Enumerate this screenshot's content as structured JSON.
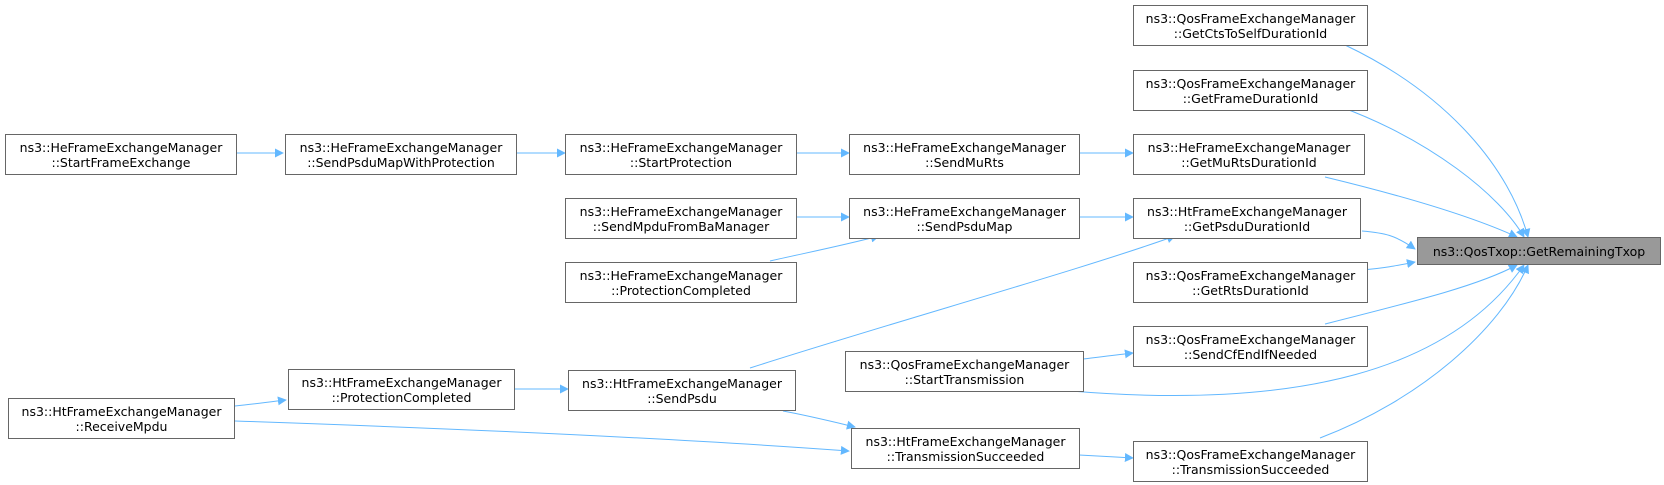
{
  "edge_color": "#63b8ff",
  "root_fill": "#999999",
  "node_border": "#666666",
  "nodes": {
    "root": {
      "l1": "ns3::QosTxop::GetRemainingTxop",
      "l2": ""
    },
    "qos_cts": {
      "l1": "ns3::QosFrameExchangeManager",
      "l2": "::GetCtsToSelfDurationId"
    },
    "qos_frame": {
      "l1": "ns3::QosFrameExchangeManager",
      "l2": "::GetFrameDurationId"
    },
    "he_murts_dur": {
      "l1": "ns3::HeFrameExchangeManager",
      "l2": "::GetMuRtsDurationId"
    },
    "ht_psdu_dur": {
      "l1": "ns3::HtFrameExchangeManager",
      "l2": "::GetPsduDurationId"
    },
    "qos_rts": {
      "l1": "ns3::QosFrameExchangeManager",
      "l2": "::GetRtsDurationId"
    },
    "qos_cfend": {
      "l1": "ns3::QosFrameExchangeManager",
      "l2": "::SendCfEndIfNeeded"
    },
    "qos_ts": {
      "l1": "ns3::QosFrameExchangeManager",
      "l2": "::TransmissionSucceeded"
    },
    "he_sendmurts": {
      "l1": "ns3::HeFrameExchangeManager",
      "l2": "::SendMuRts"
    },
    "he_sendpsdumap": {
      "l1": "ns3::HeFrameExchangeManager",
      "l2": "::SendPsduMap"
    },
    "qos_starttx": {
      "l1": "ns3::QosFrameExchangeManager",
      "l2": "::StartTransmission"
    },
    "ht_ts": {
      "l1": "ns3::HtFrameExchangeManager",
      "l2": "::TransmissionSucceeded"
    },
    "he_startprot": {
      "l1": "ns3::HeFrameExchangeManager",
      "l2": "::StartProtection"
    },
    "he_sendmpdu": {
      "l1": "ns3::HeFrameExchangeManager",
      "l2": "::SendMpduFromBaManager"
    },
    "he_protcomp": {
      "l1": "ns3::HeFrameExchangeManager",
      "l2": "::ProtectionCompleted"
    },
    "ht_sendpsdu": {
      "l1": "ns3::HtFrameExchangeManager",
      "l2": "::SendPsdu"
    },
    "he_sendpsdumapprot": {
      "l1": "ns3::HeFrameExchangeManager",
      "l2": "::SendPsduMapWithProtection"
    },
    "ht_protcomp": {
      "l1": "ns3::HtFrameExchangeManager",
      "l2": "::ProtectionCompleted"
    },
    "he_startfe": {
      "l1": "ns3::HeFrameExchangeManager",
      "l2": "::StartFrameExchange"
    },
    "ht_recv": {
      "l1": "ns3::HtFrameExchangeManager",
      "l2": "::ReceiveMpdu"
    }
  }
}
